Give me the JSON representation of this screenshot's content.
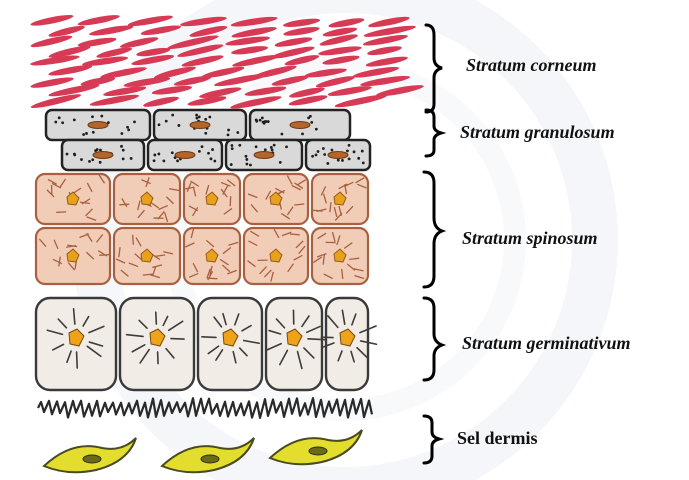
{
  "colors": {
    "corneum": "#d63a55",
    "granulosum_fill": "#d9d9d9",
    "granulosum_outline": "#222222",
    "granulosum_nucleus": "#b4652b",
    "spinosum_fill": "#f1cdb7",
    "spinosum_outline": "#a86040",
    "spinosum_nucleus": "#e6a11e",
    "germinativum_fill": "#f2ece6",
    "germinativum_outline": "#3a3a3a",
    "germinativum_nucleus": "#f0a31a",
    "dermis_cell": "#e3dd2d",
    "dermis_nucleus": "#6b6a1b",
    "bracket": "#000000",
    "watermark": "#eef1f6"
  },
  "layers": [
    {
      "key": "corneum",
      "label": "Stratum corneum"
    },
    {
      "key": "granulosum",
      "label": "Stratum granulosum"
    },
    {
      "key": "spinosum",
      "label": "Stratum spinosum"
    },
    {
      "key": "germinativum",
      "label": "Stratum germinativum"
    },
    {
      "key": "dermis",
      "label": "Sel dermis"
    }
  ]
}
